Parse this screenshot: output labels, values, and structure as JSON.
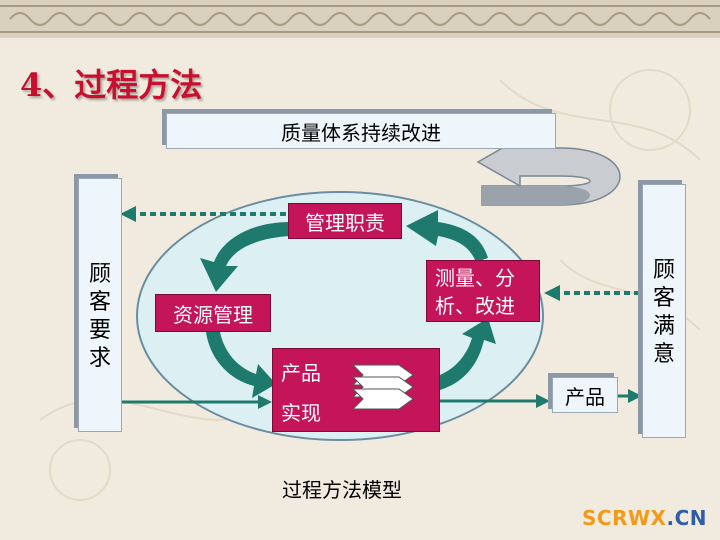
{
  "slide": {
    "title": "4、过程方法",
    "banner": "质量体系持续改进",
    "customer_requirements": [
      "顾",
      "客",
      "要",
      "求"
    ],
    "customer_satisfaction": [
      "顾",
      "客",
      "满",
      "意"
    ],
    "management_responsibility": "管理职责",
    "resource_management": "资源管理",
    "measurement_line1": "测量、分",
    "measurement_line2": "析、改进",
    "product_realization_line1": "产品",
    "product_realization_line2": "实现",
    "product": "产品",
    "caption": "过程方法模型"
  },
  "watermark": {
    "part1": "SCRWX",
    "part2": ".CN"
  },
  "colors": {
    "title": "#c8102e",
    "accent_pink": "#c4155a",
    "teal_arrow": "#1f7a6e",
    "ellipse_fill": "#dcf0f3"
  }
}
